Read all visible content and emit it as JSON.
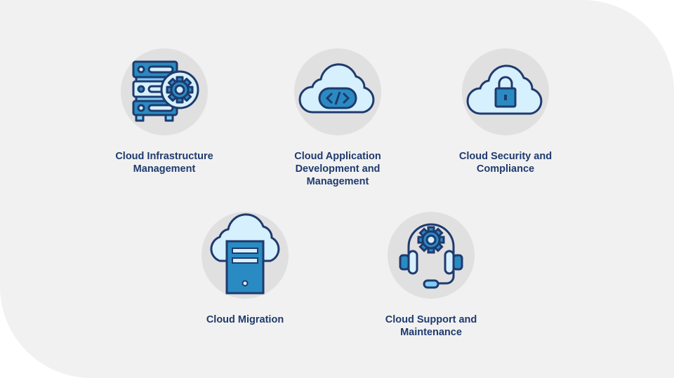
{
  "services": [
    {
      "label": "Cloud Infrastructure Management",
      "icon": "server-gear-icon"
    },
    {
      "label": "Cloud Application Development and Management",
      "icon": "cloud-code-icon"
    },
    {
      "label": "Cloud Security and Compliance",
      "icon": "cloud-lock-icon"
    },
    {
      "label": "Cloud Migration",
      "icon": "cloud-server-icon"
    },
    {
      "label": "Cloud Support and Maintenance",
      "icon": "headset-gear-icon"
    }
  ],
  "colors": {
    "navy": "#1f3a6e",
    "blue": "#2a8bc2",
    "light": "#d6f0fd",
    "circle": "#e0e0e0"
  }
}
